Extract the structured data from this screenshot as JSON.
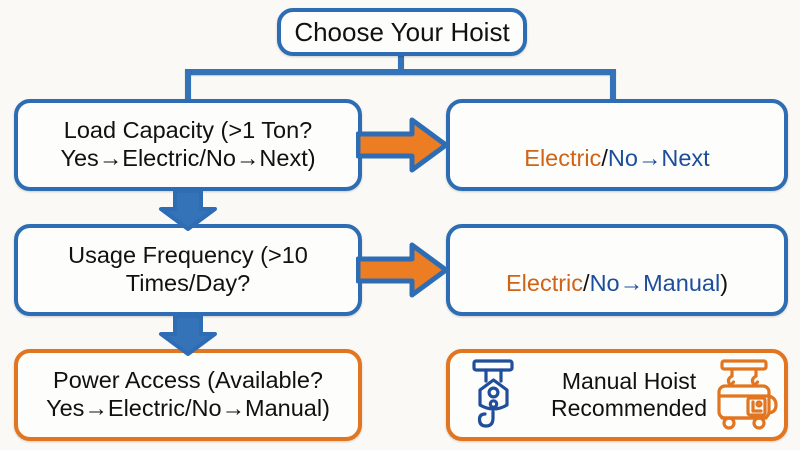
{
  "diagram": {
    "title": "Choose Your Hoist",
    "background_color": "#faf9f6",
    "blue": "#2e6db4",
    "orange": "#e2751f",
    "text_orange": "#cf6316",
    "text_blue": "#1d4e9b",
    "text_black": "#111111"
  },
  "title_node": {
    "label": "Choose Your Hoist"
  },
  "rows": [
    {
      "decision": "Load Capacity (>1 Ton?\nYes→Electric/No→Next)",
      "outcome_parts": [
        {
          "text": "Electric",
          "color": "orange"
        },
        {
          "text": "/",
          "color": "black"
        },
        {
          "text": "No→Next",
          "color": "blue"
        }
      ],
      "border": "blue"
    },
    {
      "decision": "Usage Frequency (>10\nTimes/Day?",
      "outcome_parts": [
        {
          "text": "Electric",
          "color": "orange"
        },
        {
          "text": "/",
          "color": "black"
        },
        {
          "text": "No→Manual",
          "color": "blue"
        },
        {
          "text": ")",
          "color": "black"
        }
      ],
      "border": "blue"
    },
    {
      "decision": "Power Access (Available?\nYes→Electric/No→Manual)",
      "outcome_parts": [
        {
          "text": "Manual Hoist\nRecommended",
          "color": "black"
        }
      ],
      "border": "orange"
    }
  ],
  "icons": {
    "hook": "crane-hook-icon",
    "machine": "hoist-machine-icon",
    "arrow_right": "block-arrow-right-icon",
    "arrow_down": "block-arrow-down-icon"
  }
}
